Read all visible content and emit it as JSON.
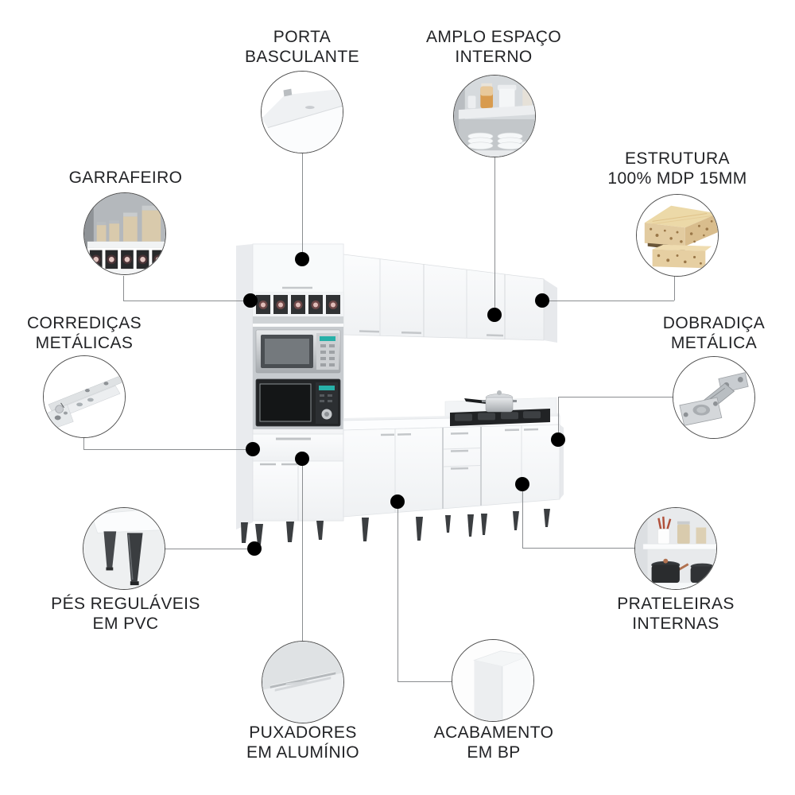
{
  "page": {
    "type": "product-feature-infographic",
    "language": "pt-BR",
    "background": "#ffffff"
  },
  "palette": {
    "text_color": "#222326",
    "connector_line": "#8a8d90",
    "callout_dot": "#000000",
    "circle_border": "#4c4c4c",
    "cabinet_white": "#f7f8fa",
    "cabinet_shadow": "#e0e3e6",
    "leg_dark": "#3b3e41",
    "mdp_wood": "#e6cfa2",
    "appliance_silver": "#c6c9cc",
    "appliance_black": "#232527"
  },
  "product": {
    "name": "kitchen-cabinet-set",
    "parts": [
      "tall-oven-tower",
      "wine-rack",
      "microwave-niche",
      "oven-niche",
      "upper-wall-cabinets",
      "base-cabinets",
      "countertop",
      "cooktop-with-pot",
      "tapered-legs"
    ]
  },
  "callouts": {
    "porta_basculante": {
      "lines": [
        "PORTA",
        "BASCULANTE"
      ],
      "icon": "tilting-door-photo"
    },
    "amplo_espaco": {
      "lines": [
        "AMPLO ESPAÇO",
        "INTERNO"
      ],
      "icon": "interior-shelves-photo"
    },
    "garrafeiro": {
      "lines": [
        "GARRAFEIRO"
      ],
      "icon": "bottle-rack-photo"
    },
    "estrutura": {
      "lines": [
        "ESTRUTURA",
        "100% MDP 15MM"
      ],
      "icon": "mdp-board-photo"
    },
    "corredicas": {
      "lines": [
        "CORREDIÇAS",
        "METÁLICAS"
      ],
      "icon": "metal-drawer-slide-photo"
    },
    "dobradica": {
      "lines": [
        "DOBRADIÇA",
        "METÁLICA"
      ],
      "icon": "metal-hinge-photo"
    },
    "pes": {
      "lines": [
        "PÉS REGULÁVEIS",
        "EM PVC"
      ],
      "icon": "adjustable-feet-photo"
    },
    "prateleiras": {
      "lines": [
        "PRATELEIRAS",
        "INTERNAS"
      ],
      "icon": "internal-shelves-photo"
    },
    "puxadores": {
      "lines": [
        "PUXADORES",
        "EM ALUMÍNIO"
      ],
      "icon": "aluminium-handle-photo"
    },
    "acabamento": {
      "lines": [
        "ACABAMENTO",
        "EM BP"
      ],
      "icon": "bp-finish-photo"
    }
  }
}
